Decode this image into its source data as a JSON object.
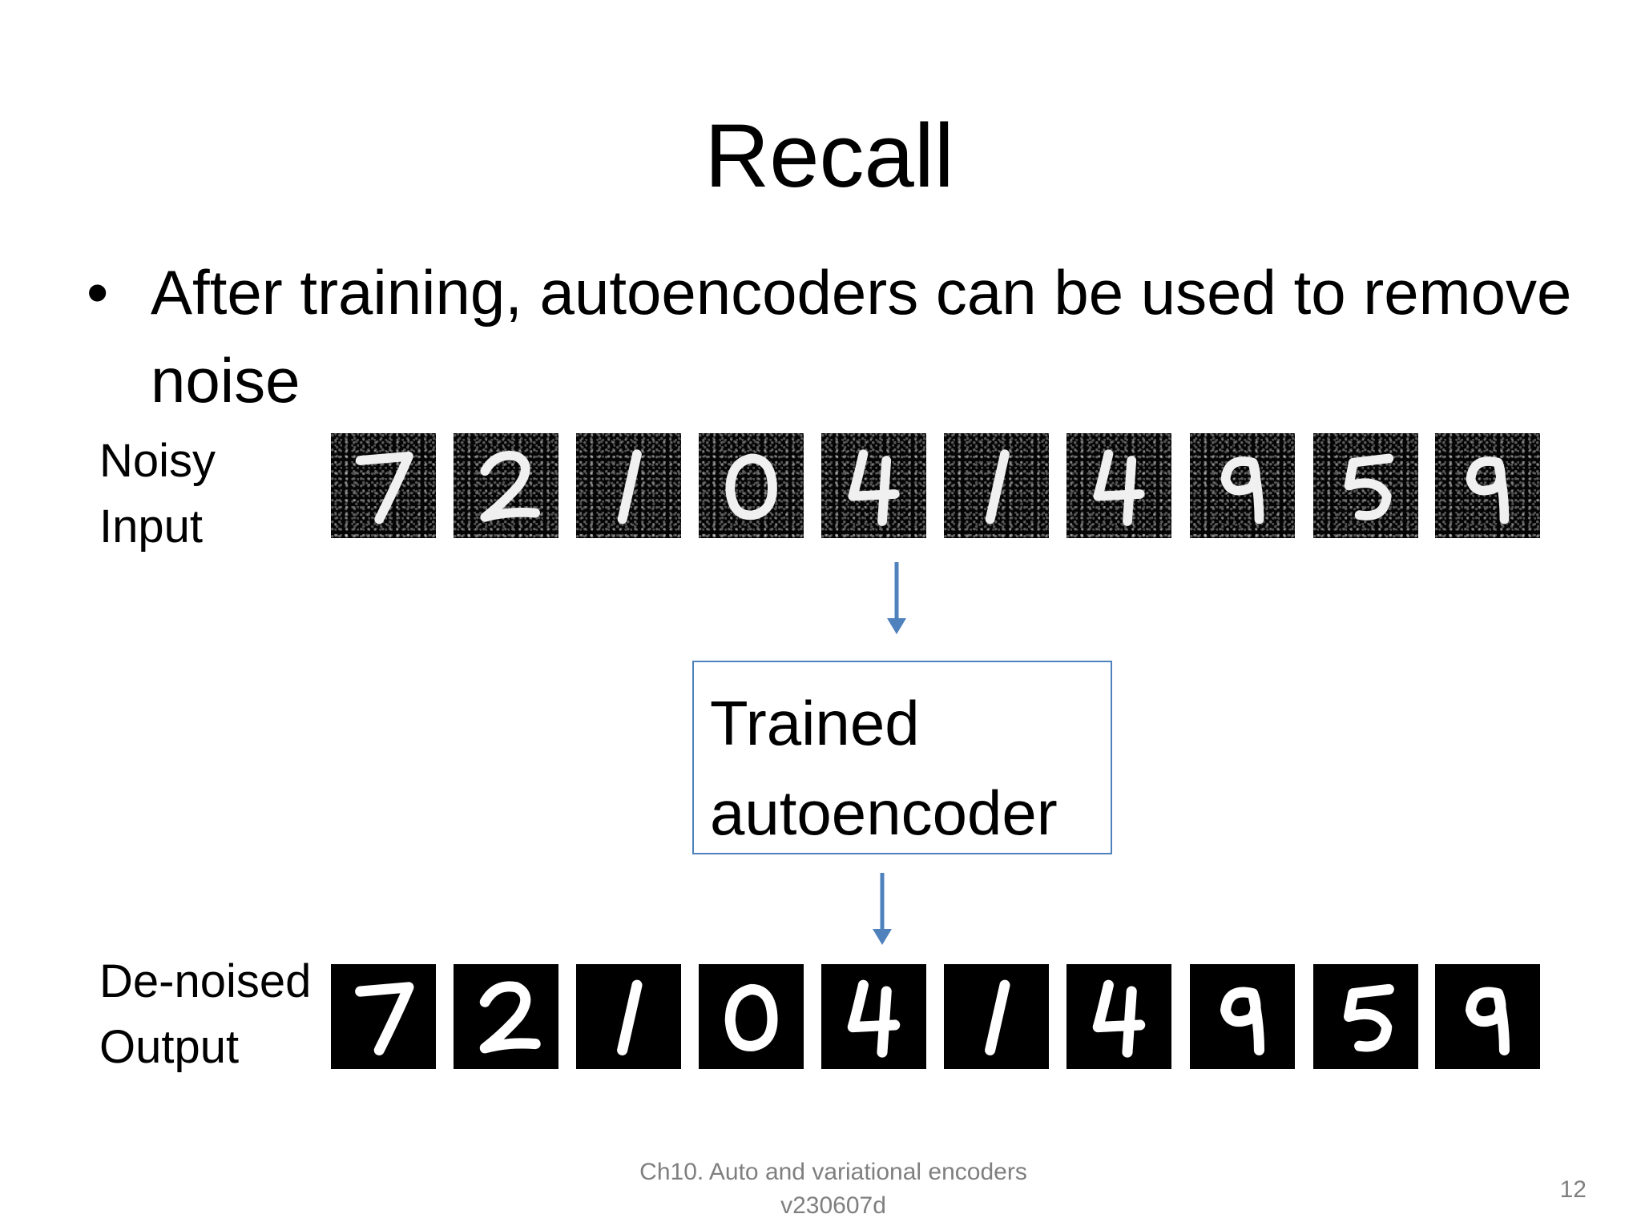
{
  "slide": {
    "title": "Recall",
    "bullet_text": "After training, autoencoders can be used to remove noise",
    "noisy_label_line1": "Noisy",
    "noisy_label_line2": "Input",
    "denoised_label_line1": "De-noised",
    "denoised_label_line2": "Output",
    "box_line1": "Trained",
    "box_line2": "autoencoder",
    "footer_line1": "Ch10. Auto and variational encoders",
    "footer_line2": "v230607d",
    "page_number": "12",
    "digits": [
      "7",
      "2",
      "1",
      "0",
      "4",
      "1",
      "4",
      "9",
      "5",
      "9"
    ],
    "colors": {
      "accent": "#4f81bd",
      "footer_text": "#7f7f7f"
    }
  }
}
